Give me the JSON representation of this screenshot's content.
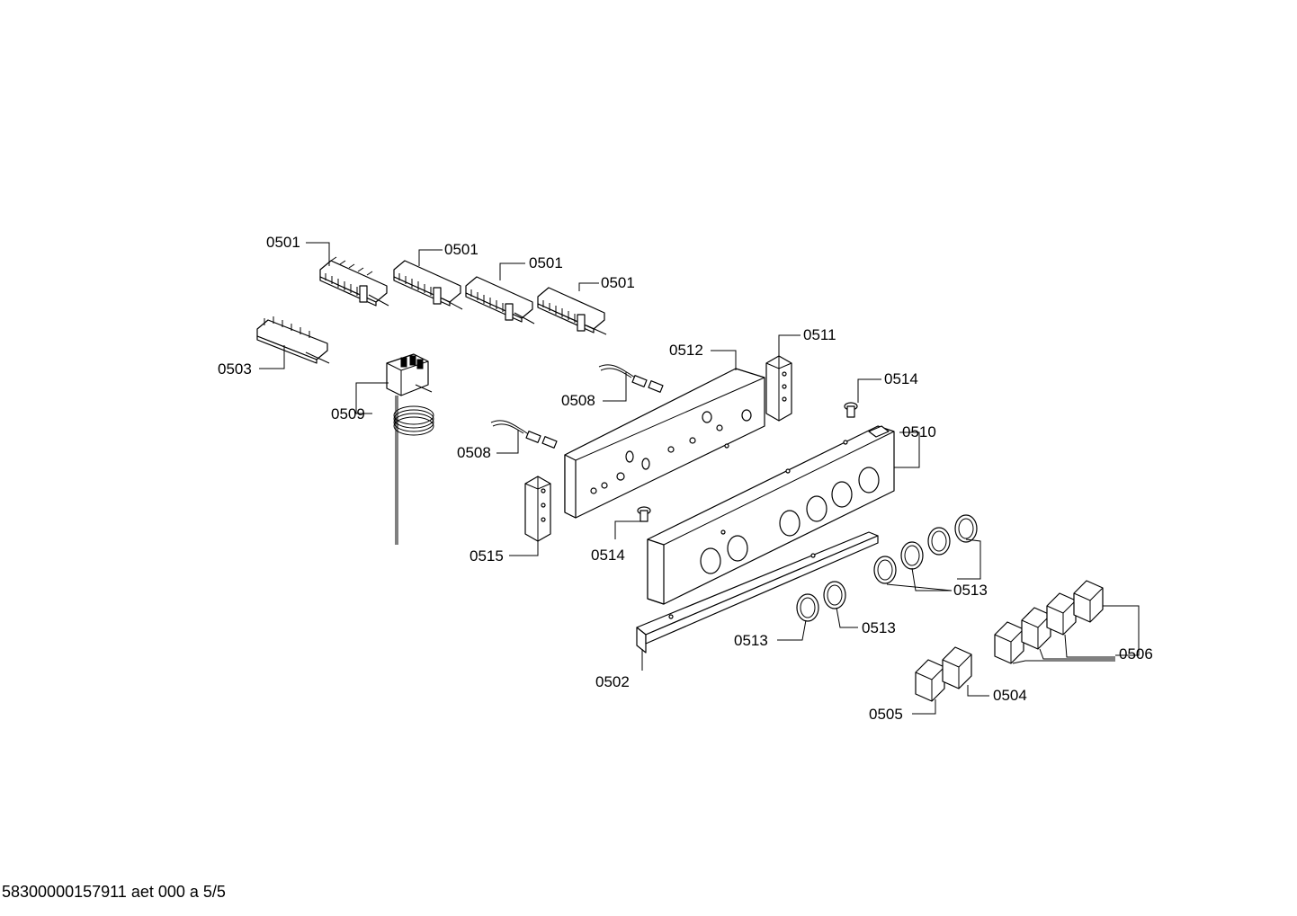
{
  "diagram": {
    "labels": [
      {
        "id": "l1",
        "text": "0501"
      },
      {
        "id": "l2",
        "text": "0501"
      },
      {
        "id": "l3",
        "text": "0501"
      },
      {
        "id": "l4",
        "text": "0501"
      },
      {
        "id": "l5",
        "text": "0503"
      },
      {
        "id": "l6",
        "text": "0509"
      },
      {
        "id": "l7",
        "text": "0508"
      },
      {
        "id": "l8",
        "text": "0508"
      },
      {
        "id": "l9",
        "text": "0512"
      },
      {
        "id": "l10",
        "text": "0511"
      },
      {
        "id": "l11",
        "text": "0514"
      },
      {
        "id": "l12",
        "text": "0510"
      },
      {
        "id": "l13",
        "text": "0515"
      },
      {
        "id": "l14",
        "text": "0514"
      },
      {
        "id": "l15",
        "text": "0513"
      },
      {
        "id": "l16",
        "text": "0513"
      },
      {
        "id": "l17",
        "text": "0513"
      },
      {
        "id": "l18",
        "text": "0506"
      },
      {
        "id": "l19",
        "text": "0502"
      },
      {
        "id": "l20",
        "text": "0504"
      },
      {
        "id": "l21",
        "text": "0505"
      }
    ]
  },
  "footer": {
    "text": "58300000157911 aet 000 a 5/5"
  }
}
